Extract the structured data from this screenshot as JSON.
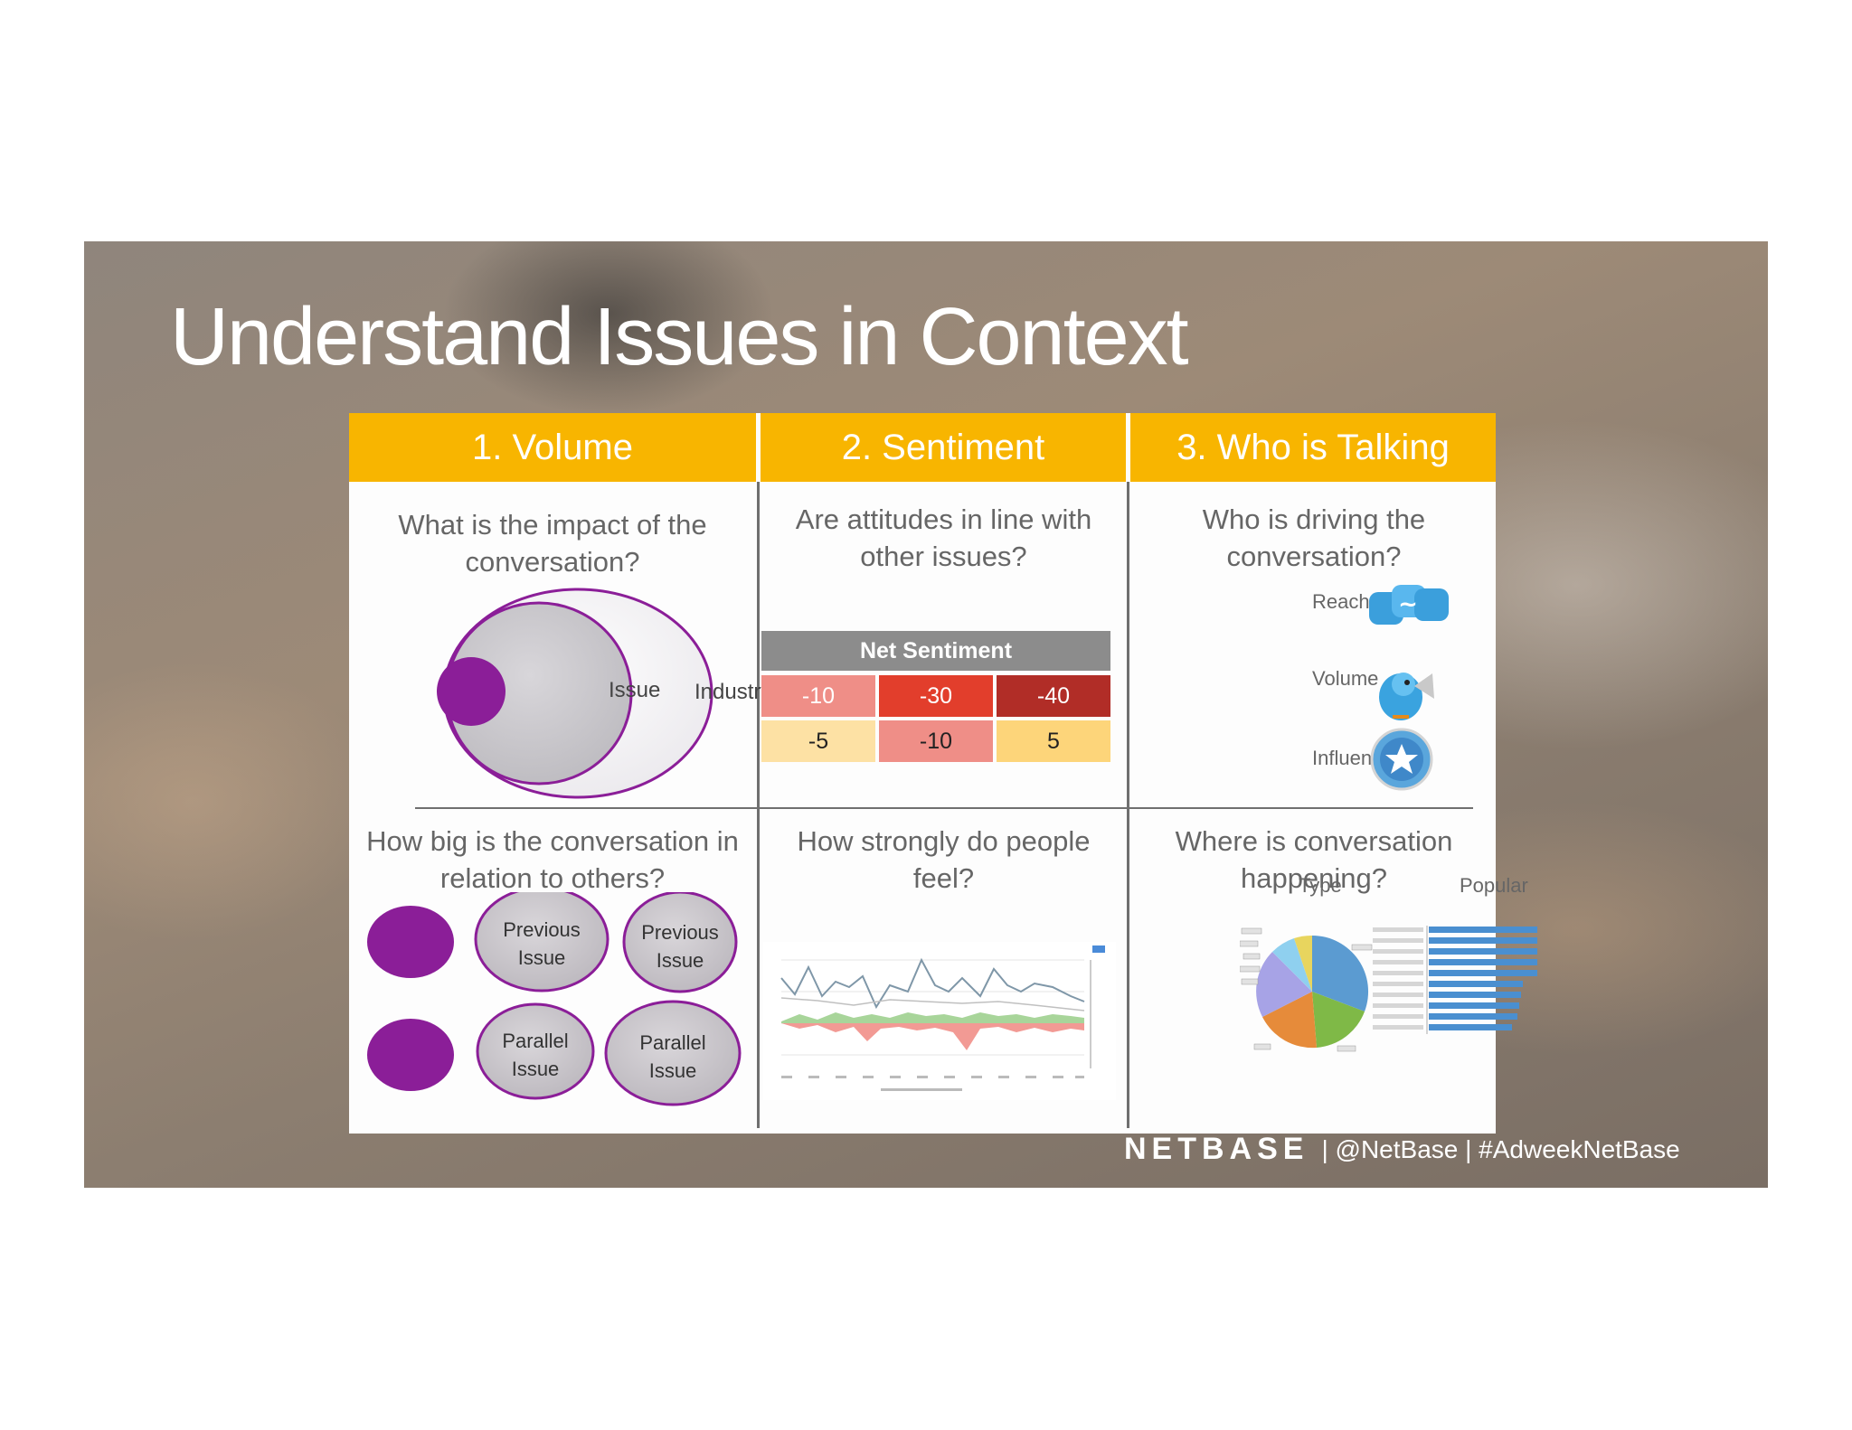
{
  "title": "Understand Issues in Context",
  "columns": {
    "volume": {
      "header": "1. Volume",
      "q1": "What is the impact of the conversation?",
      "circle_labels": {
        "issue": "Issue",
        "industry": "Industry"
      },
      "q2": "How big is the conversation in relation to others?",
      "bubbles": [
        "Previous Issue",
        "Previous Issue",
        "Parallel Issue",
        "Parallel Issue"
      ]
    },
    "sentiment": {
      "header": "2. Sentiment",
      "q1": "Are attitudes in line with other issues?",
      "table_title": "Net Sentiment",
      "table": [
        [
          "-10",
          "-30",
          "-40"
        ],
        [
          "-5",
          "-10",
          "5"
        ]
      ],
      "cell_colors": [
        [
          "#ef8e87",
          "#e23e2c",
          "#b12d27"
        ],
        [
          "#fde1a4",
          "#ef8e87",
          "#fdd57a"
        ]
      ],
      "q2": "How strongly do people feel?"
    },
    "who": {
      "header": "3. Who is Talking",
      "q1": "Who is driving the conversation?",
      "metrics": [
        "Reach",
        "Volume",
        "Influence"
      ],
      "metric_icons": [
        "twitter-birds-icon",
        "twitter-megaphone-icon",
        "star-badge-icon"
      ],
      "q2": "Where is conversation happening?",
      "chart_labels": {
        "type": "Type",
        "popular": "Popular"
      }
    }
  },
  "footer": {
    "brand": "NETBASE",
    "handle": "| @NetBase | #AdweekNetBase"
  },
  "colors": {
    "header": "#f8b500",
    "purple": "#8b1e98",
    "bubble_fill": "#c9c5c9"
  }
}
